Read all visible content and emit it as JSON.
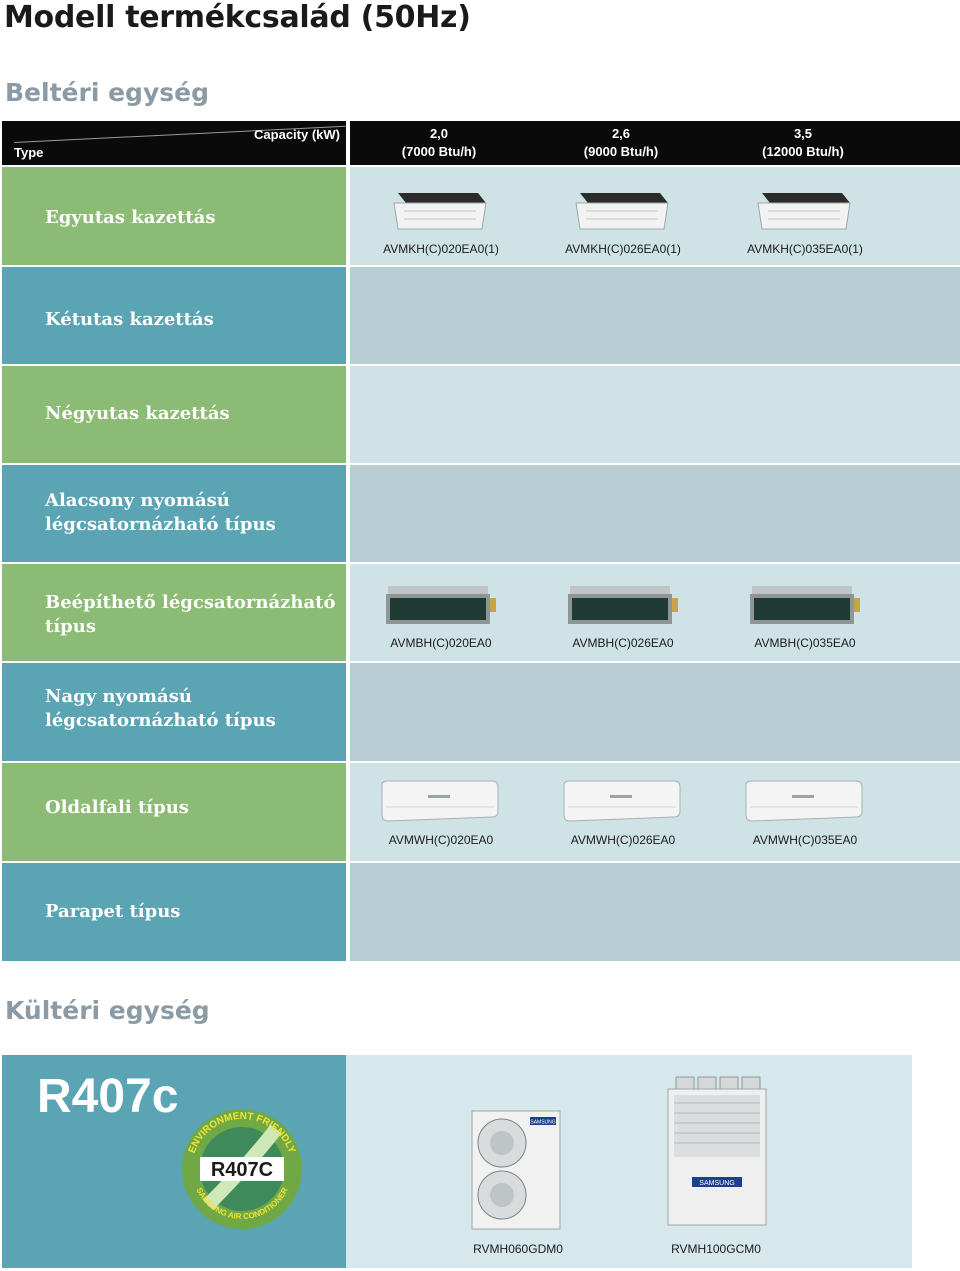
{
  "title": "Modell termékcsalád  (50Hz)",
  "indoor_section": "Beltéri egység",
  "outdoor_section": "Kültéri egység",
  "header": {
    "type_label": "Type",
    "capacity_label": "Capacity (kW)",
    "columns": [
      {
        "kw": "2,0",
        "btu": "(7000 Btu/h)"
      },
      {
        "kw": "2,6",
        "btu": "(9000 Btu/h)"
      },
      {
        "kw": "3,5",
        "btu": "(12000 Btu/h)"
      }
    ]
  },
  "rows": [
    {
      "label": "Egyutas kazettás",
      "models": [
        "AVMKH(C)020EA0(1)",
        "AVMKH(C)026EA0(1)",
        "AVMKH(C)035EA0(1)"
      ]
    },
    {
      "label": "Kétutas kazettás",
      "models": []
    },
    {
      "label": "Négyutas kazettás",
      "models": []
    },
    {
      "label_line1": "Alacsony nyomású",
      "label_line2": "légcsatornázható típus",
      "models": []
    },
    {
      "label_line1": "Beépíthető légcsatornázható",
      "label_line2": "típus",
      "models": [
        "AVMBH(C)020EA0",
        "AVMBH(C)026EA0",
        "AVMBH(C)035EA0"
      ]
    },
    {
      "label_line1": "Nagy nyomású",
      "label_line2": "légcsatornázható típus",
      "models": []
    },
    {
      "label": "Oldalfali típus",
      "models": [
        "AVMWH(C)020EA0",
        "AVMWH(C)026EA0",
        "AVMWH(C)035EA0"
      ]
    },
    {
      "label": "Parapet típus",
      "models": []
    }
  ],
  "outdoor": {
    "refrigerant": "R407c",
    "badge_top": "ENVIRONMENT FRIENDLY",
    "badge_center": "R407C",
    "badge_bottom": "SAMSUNG AIR CONDITIONER",
    "units": [
      {
        "model": "RVMH060GDM0",
        "brand": "SAMSUNG"
      },
      {
        "model": "RVMH100GCM0",
        "brand": "SAMSUNG"
      }
    ]
  },
  "colors": {
    "green_label": "#8bbb74",
    "teal_label": "#5aa4b4",
    "green_body": "#cfe3e7",
    "teal_body": "#b8ccd3",
    "header_bg": "#0a0a0a"
  }
}
